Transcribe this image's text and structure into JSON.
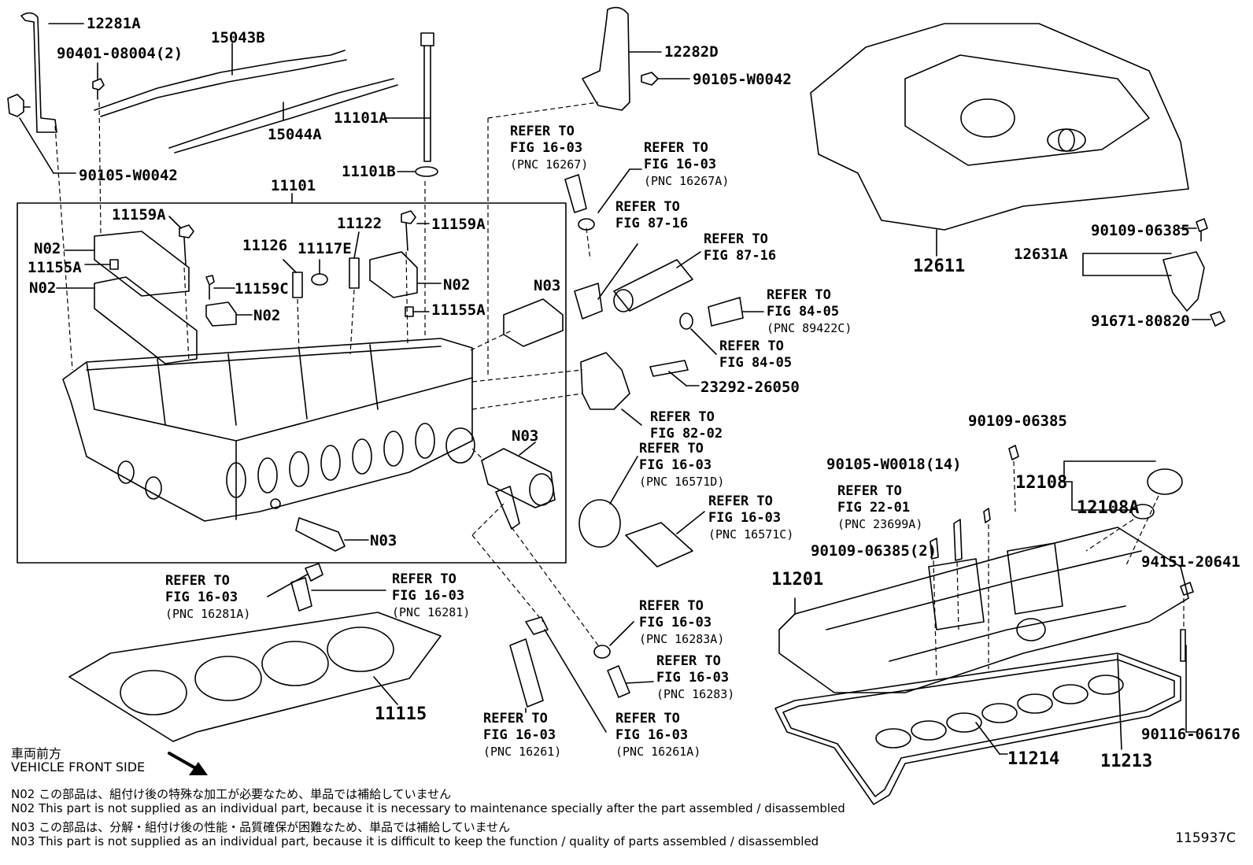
{
  "labels": {
    "p12281A": "12281A",
    "p90401": "90401-08004(2)",
    "p15043B": "15043B",
    "p15044A": "15044A",
    "p11101A": "11101A",
    "p11101B": "11101B",
    "p90105_l": "90105-W0042",
    "p11101": "11101",
    "p11159A_l": "11159A",
    "p11159A_r": "11159A",
    "p11122": "11122",
    "p11126": "11126",
    "p11117E": "11117E",
    "pN02_a": "N02",
    "pN02_b": "N02",
    "pN02_c": "N02",
    "pN02_d": "N02",
    "p11155A_l": "11155A",
    "p11155A_r": "11155A",
    "p11159C": "11159C",
    "pN03_a": "N03",
    "pN03_b": "N03",
    "pN03_c": "N03",
    "p12282D": "12282D",
    "p90105_r": "90105-W0042",
    "p23292": "23292-26050",
    "p12611": "12611",
    "p12631A": "12631A",
    "p90109_a": "90109-06385",
    "p91671": "91671-80820",
    "p90109_b": "90109-06385",
    "p90105_w18": "90105-W0018(14)",
    "p12108": "12108",
    "p12108A": "12108A",
    "p90109_c": "90109-06385(2)",
    "p94151": "94151-20641",
    "p11201": "11201",
    "p90116": "90116-06176",
    "p11214": "11214",
    "p11213": "11213",
    "p11115": "11115"
  },
  "refs": [
    {
      "line1": "REFER TO",
      "line2": "FIG 16-03",
      "pnc": "(PNC 16267)"
    },
    {
      "line1": "REFER TO",
      "line2": "FIG 16-03",
      "pnc": "(PNC 16267A)"
    },
    {
      "line1": "REFER TO",
      "line2": "FIG 87-16",
      "pnc": ""
    },
    {
      "line1": "REFER TO",
      "line2": "FIG 87-16",
      "pnc": ""
    },
    {
      "line1": "REFER TO",
      "line2": "FIG 84-05",
      "pnc": "(PNC 89422C)"
    },
    {
      "line1": "REFER TO",
      "line2": "FIG 84-05",
      "pnc": ""
    },
    {
      "line1": "REFER TO",
      "line2": "FIG 82-02",
      "pnc": ""
    },
    {
      "line1": "REFER TO",
      "line2": "FIG 16-03",
      "pnc": "(PNC 16571D)"
    },
    {
      "line1": "REFER TO",
      "line2": "FIG 16-03",
      "pnc": "(PNC 16571C)"
    },
    {
      "line1": "REFER TO",
      "line2": "FIG 22-01",
      "pnc": "(PNC 23699A)"
    },
    {
      "line1": "REFER TO",
      "line2": "FIG 16-03",
      "pnc": "(PNC 16281A)"
    },
    {
      "line1": "REFER TO",
      "line2": "FIG 16-03",
      "pnc": "(PNC 16281)"
    },
    {
      "line1": "REFER TO",
      "line2": "FIG 16-03",
      "pnc": "(PNC 16283A)"
    },
    {
      "line1": "REFER TO",
      "line2": "FIG 16-03",
      "pnc": "(PNC 16283)"
    },
    {
      "line1": "REFER TO",
      "line2": "FIG 16-03",
      "pnc": "(PNC 16261)"
    },
    {
      "line1": "REFER TO",
      "line2": "FIG 16-03",
      "pnc": "(PNC 16261A)"
    }
  ],
  "front": {
    "jp": "車両前方",
    "en": "VEHICLE FRONT SIDE"
  },
  "notes": [
    "N02  この部品は、組付け後の特殊な加工が必要なため、単品では補給していません",
    "N02  This part is not supplied as an individual part, because it is necessary to maintenance specially after the part assembled / disassembled",
    "N03  この部品は、分解・組付け後の性能・品質確保が困難なため、単品では補給していません",
    "N03  This part is not supplied as an individual part, because it is difficult to keep the function / quality of parts  assembled / disassembled"
  ],
  "figure_id": "115937C"
}
